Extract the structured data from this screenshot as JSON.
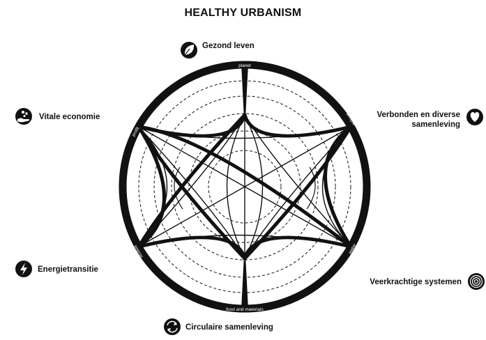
{
  "title": "HEALTHY URBANISM",
  "ring_labels": {
    "planet": "planet",
    "people": "people",
    "water": "water",
    "food": "food and materials",
    "energy": "energy",
    "profit": "profit"
  },
  "categories": [
    {
      "id": "gezond",
      "label": "Gezond leven",
      "icon": "leaf-icon"
    },
    {
      "id": "verbonden",
      "label_line1": "Verbonden en diverse",
      "label_line2": "samenleving",
      "icon": "heart-icon"
    },
    {
      "id": "veerkracht",
      "label": "Veerkrachtige systemen",
      "icon": "spiral-icon"
    },
    {
      "id": "circulair",
      "label": "Circulaire samenleving",
      "icon": "recycle-icon"
    },
    {
      "id": "energie",
      "label": "Energietransitie",
      "icon": "lightning-icon"
    },
    {
      "id": "vitaal",
      "label": "Vitale economie",
      "icon": "hand-coins-icon"
    }
  ],
  "colors": {
    "ink": "#111111",
    "background": "#ffffff"
  }
}
